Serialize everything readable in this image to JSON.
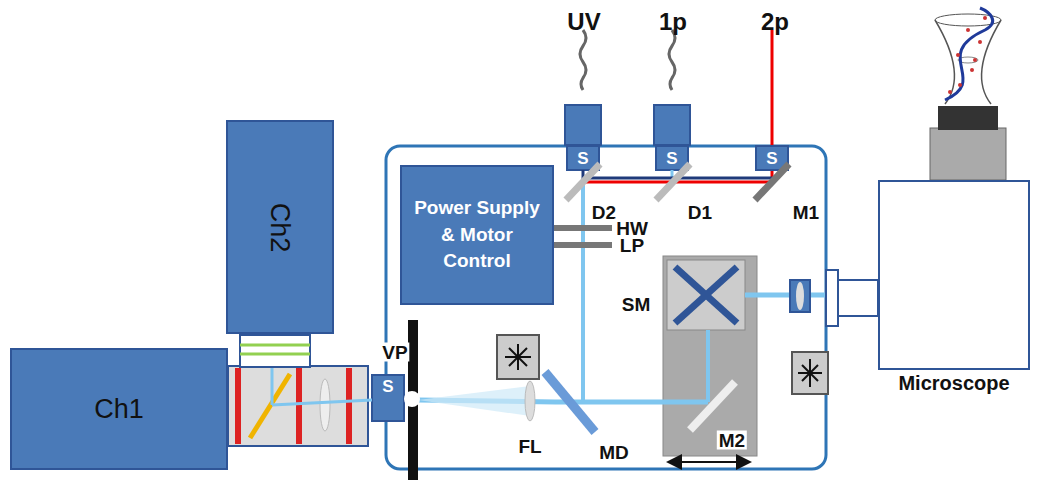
{
  "diagram": {
    "nodes": [
      {
        "text": [
          "Ch2"
        ]
      },
      {
        "text": [
          "Ch1"
        ]
      },
      {
        "text": [
          "Power Supply & Motor Control"
        ]
      },
      {
        "text": [
          "Microscope"
        ]
      }
    ],
    "labels": [
      "UV",
      "1p",
      "2p",
      "S",
      "S",
      "S",
      "S",
      "D2",
      "D1",
      "M1",
      "HW",
      "LP",
      "SM",
      "VP",
      "FL",
      "MD",
      "M2"
    ]
  }
}
